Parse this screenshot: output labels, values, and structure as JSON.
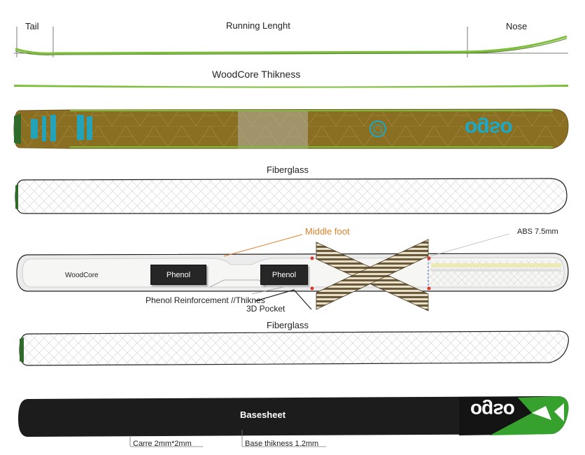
{
  "profile": {
    "tail_label": "Tail",
    "running_label": "Running Lenght",
    "nose_label": "Nose",
    "woodcore_label": "WoodCore Thikness"
  },
  "topsheet": {
    "brand": "ogso"
  },
  "layers": {
    "fiberglass_top": "Fiberglass",
    "fiberglass_bottom": "Fiberglass"
  },
  "core": {
    "middle_foot": "Middle foot",
    "abs": "ABS 7.5mm",
    "woodcore": "WoodCore",
    "phenol_1": "Phenol",
    "phenol_2": "Phenol",
    "phenol_reinforcement": "Phenol Reinforcement //Thiknes",
    "pocket_3d": "3D Pocket"
  },
  "base": {
    "label": "Basesheet",
    "brand": "ogso",
    "carre": "Carre 2mm*2mm",
    "base_thickness": "Base thikness 1.2mm"
  },
  "colors": {
    "green": "#7dbf3a",
    "olive": "#8a6e22",
    "cyan": "#19a9c9",
    "orange": "#e0802a",
    "black": "#1c1c1c"
  }
}
